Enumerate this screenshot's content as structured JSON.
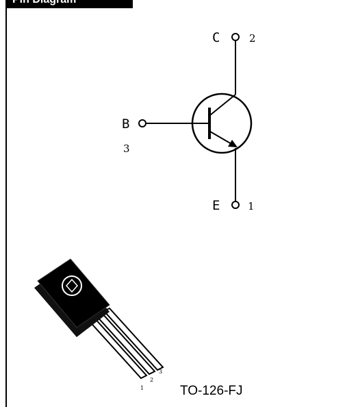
{
  "header": {
    "title": "Pin Diagram"
  },
  "schematic": {
    "collector": {
      "letter": "C",
      "number": "2"
    },
    "base": {
      "letter": "B",
      "number": "3"
    },
    "emitter": {
      "letter": "E",
      "number": "1"
    }
  },
  "package": {
    "name": "TO-126-FJ",
    "pins": [
      "1",
      "2",
      "3"
    ]
  }
}
